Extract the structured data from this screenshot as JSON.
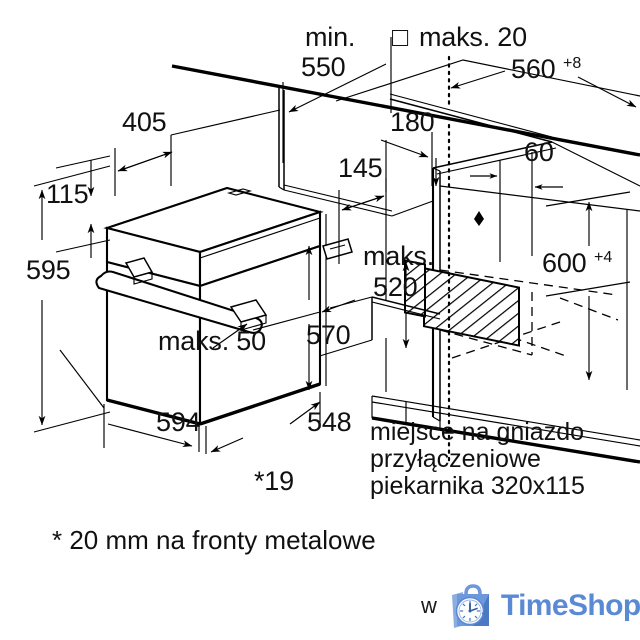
{
  "document": {
    "kind": "technical-installation-drawing",
    "subject": "built-in oven cabinet cut-out",
    "language": "pl",
    "units": "mm"
  },
  "dimensions": {
    "min_label": "min.",
    "min_value": "550",
    "square_symbol": "□",
    "maks20": "maks. 20",
    "depth_560": "560",
    "depth_560_tol": "+8",
    "panel_405": "405",
    "panel_115": "115",
    "height_595": "595",
    "inset_145": "145",
    "inset_180": "180",
    "edge_60": "60",
    "maks_label": "maks.",
    "maks_520": "520",
    "opening_600": "600",
    "opening_600_tol": "+4",
    "depth_570": "570",
    "maks_50": "maks. 50",
    "width_594": "594",
    "depth_548": "548",
    "front_19": "*19"
  },
  "annotations": {
    "socket_note_line1": "miejsce na gniazdo",
    "socket_note_line2": "przyłączeniowe",
    "socket_note_line3": "piekarnika 320x115",
    "footnote": "* 20 mm na fronty metalowe"
  },
  "watermark": {
    "prefix_text": "w",
    "brand": "TimeShop",
    "brand_color": "#5a8ad4",
    "bag_color_light": "#7da3dd",
    "bag_color_dark": "#4b79c4",
    "clock_face": "#ffffff"
  },
  "colors": {
    "ink": "#111111",
    "background": "#ffffff"
  }
}
